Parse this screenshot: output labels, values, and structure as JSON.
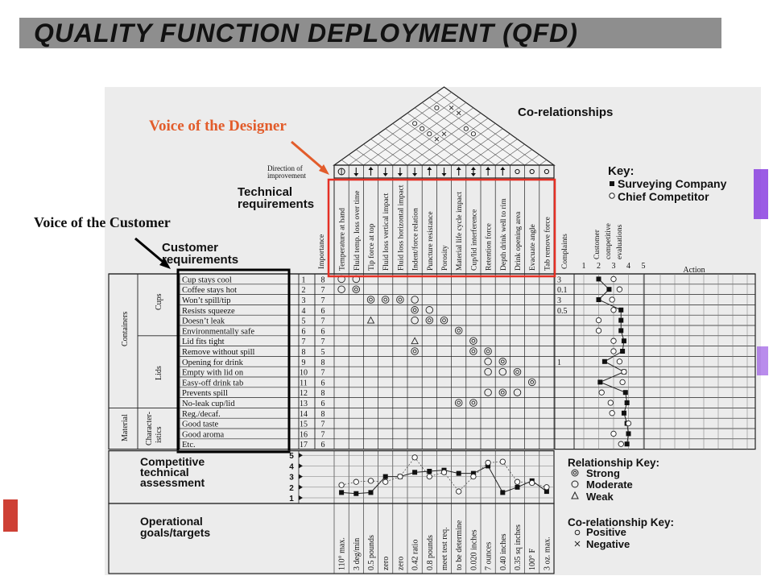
{
  "title": "QUALITY FUNCTION DEPLOYMENT (QFD)",
  "callouts": {
    "designer": "Voice of the Designer",
    "customer": "Voice of the Customer"
  },
  "labels": {
    "corelationships": "Co-relationships",
    "direction_line1": "Direction of",
    "direction_line2": "improvement",
    "technical_line1": "Technical",
    "technical_line2": "requirements",
    "customer_line1": "Customer",
    "customer_line2": "requirements",
    "importance": "Importance",
    "complaints": "Complaints",
    "evaluation_lines": [
      "Customer",
      "competitive",
      "evaluations"
    ],
    "eval_scale": [
      "1",
      "2",
      "3",
      "4",
      "5"
    ],
    "action": "Action",
    "competitive_lines": [
      "Competitive",
      "technical",
      "assessment"
    ],
    "operational_lines": [
      "Operational",
      "goals/targets"
    ],
    "group_containers": "Containers",
    "group_cups": "Cups",
    "group_lids": "Lids",
    "group_material": "Material",
    "group_characteristics": [
      "Character-",
      "istics"
    ],
    "assessment_scale": [
      "5",
      "4",
      "3",
      "2",
      "1"
    ]
  },
  "key": {
    "heading": "Key:",
    "surveying": "Surveying Company",
    "competitor": "Chief Competitor"
  },
  "relationship_key": {
    "heading": "Relationship Key:",
    "strong": "Strong",
    "moderate": "Moderate",
    "weak": "Weak"
  },
  "corelationship_key": {
    "heading": "Co-relationship Key:",
    "positive": "Positive",
    "negative": "Negative"
  },
  "technical_requirements": [
    "Temperature at hand",
    "Fluid temp. loss over time",
    "Tip force at top",
    "Fluid loss vertical impact",
    "Fluid loss horizontal impact",
    "Indent/force relation",
    "Puncture resistance",
    "Porosity",
    "Material life cycle impact",
    "Cup/lid interference",
    "Retention force",
    "Depth drink well to rim",
    "Drink opening area",
    "Evacuate angle",
    "Tab remove force"
  ],
  "directions": [
    "target",
    "down",
    "up",
    "down",
    "down",
    "down",
    "up",
    "down",
    "up",
    "updown",
    "up",
    "up",
    "circle",
    "circle",
    "circle"
  ],
  "customer_requirements": [
    {
      "no": "1",
      "text": "Cup stays cool",
      "importance": "8"
    },
    {
      "no": "2",
      "text": "Coffee stays hot",
      "importance": "7"
    },
    {
      "no": "3",
      "text": "Won’t spill/tip",
      "importance": "7"
    },
    {
      "no": "4",
      "text": "Resists squeeze",
      "importance": "6"
    },
    {
      "no": "5",
      "text": "Doesn’t leak",
      "importance": "7"
    },
    {
      "no": "6",
      "text": "Environmentally safe",
      "importance": "6"
    },
    {
      "no": "7",
      "text": "Lid fits tight",
      "importance": "7"
    },
    {
      "no": "8",
      "text": "Remove without spill",
      "importance": "5"
    },
    {
      "no": "9",
      "text": "Opening for drink",
      "importance": "8"
    },
    {
      "no": "10",
      "text": "Empty with lid on",
      "importance": "7"
    },
    {
      "no": "11",
      "text": "Easy-off drink tab",
      "importance": "6"
    },
    {
      "no": "12",
      "text": "Prevents spill",
      "importance": "8"
    },
    {
      "no": "13",
      "text": "No-leak cup/lid",
      "importance": "6"
    },
    {
      "no": "14",
      "text": "Reg./decaf.",
      "importance": "8"
    },
    {
      "no": "15",
      "text": "Good taste",
      "importance": "7"
    },
    {
      "no": "16",
      "text": "Good aroma",
      "importance": "7"
    },
    {
      "no": "17",
      "text": "Etc.",
      "importance": "6"
    }
  ],
  "complaints": [
    "3",
    "0.1",
    "3",
    "0.5",
    "",
    "",
    "",
    "",
    "1",
    "",
    "",
    "",
    "",
    "",
    "",
    "",
    ""
  ],
  "relationships": [
    [
      0,
      0,
      "moderate"
    ],
    [
      0,
      1,
      "moderate"
    ],
    [
      1,
      0,
      "moderate"
    ],
    [
      1,
      1,
      "strong"
    ],
    [
      2,
      2,
      "strong"
    ],
    [
      2,
      3,
      "strong"
    ],
    [
      2,
      4,
      "strong"
    ],
    [
      2,
      5,
      "moderate"
    ],
    [
      3,
      5,
      "strong"
    ],
    [
      3,
      6,
      "moderate"
    ],
    [
      4,
      2,
      "weak"
    ],
    [
      4,
      5,
      "moderate"
    ],
    [
      4,
      6,
      "strong"
    ],
    [
      4,
      7,
      "strong"
    ],
    [
      5,
      8,
      "strong"
    ],
    [
      6,
      5,
      "weak"
    ],
    [
      6,
      9,
      "strong"
    ],
    [
      7,
      5,
      "strong"
    ],
    [
      7,
      9,
      "strong"
    ],
    [
      7,
      10,
      "strong"
    ],
    [
      8,
      10,
      "moderate"
    ],
    [
      8,
      11,
      "strong"
    ],
    [
      9,
      10,
      "moderate"
    ],
    [
      9,
      11,
      "moderate"
    ],
    [
      9,
      12,
      "strong"
    ],
    [
      10,
      13,
      "strong"
    ],
    [
      11,
      10,
      "moderate"
    ],
    [
      11,
      11,
      "strong"
    ],
    [
      11,
      12,
      "moderate"
    ],
    [
      12,
      8,
      "strong"
    ],
    [
      12,
      9,
      "strong"
    ]
  ],
  "roof_marks": [
    {
      "pair": [
        1,
        9
      ],
      "type": "positive"
    },
    {
      "pair": [
        2,
        9
      ],
      "type": "positive"
    },
    {
      "pair": [
        3,
        9
      ],
      "type": "positive"
    },
    {
      "pair": [
        5,
        12
      ],
      "type": "positive"
    },
    {
      "pair": [
        6,
        12
      ],
      "type": "positive"
    },
    {
      "pair": [
        4,
        9
      ],
      "type": "negative"
    },
    {
      "pair": [
        4,
        10
      ],
      "type": "negative"
    },
    {
      "pair": [
        2,
        13
      ],
      "type": "negative"
    },
    {
      "pair": [
        3,
        13
      ],
      "type": "negative"
    },
    {
      "pair": [
        1,
        12
      ],
      "type": "positive"
    }
  ],
  "customer_evaluation": {
    "surveying_company": [
      2.0,
      2.7,
      2.0,
      3.5,
      3.5,
      3.5,
      3.7,
      3.6,
      2.4,
      3.7,
      2.1,
      3.8,
      3.9,
      3.7,
      3.9,
      4.0,
      3.9
    ],
    "chief_competitor": [
      3.0,
      3.4,
      2.9,
      3.0,
      2.0,
      2.0,
      3.0,
      3.0,
      3.4,
      3.7,
      3.6,
      2.2,
      2.8,
      2.9,
      4.0,
      3.0,
      3.5
    ]
  },
  "competitive_assessment": {
    "surveying_company": [
      1.5,
      1.4,
      1.5,
      3.0,
      3.0,
      3.4,
      3.5,
      3.6,
      3.3,
      3.3,
      4.0,
      1.5,
      2.0,
      2.6,
      1.6
    ],
    "chief_competitor": [
      2.2,
      2.5,
      2.6,
      2.5,
      3.0,
      4.8,
      3.0,
      3.4,
      1.6,
      3.0,
      4.3,
      4.4,
      2.5,
      2.4,
      2.0
    ]
  },
  "targets": [
    "110° max.",
    "3 deg/min",
    "0.5 pounds",
    "zero",
    "zero",
    "0.42 ratio",
    "0.8 pounds",
    "meet test req.",
    "to be determine",
    "0.020 inches",
    "7 ounces",
    "0.40 inches",
    "0.35 sq inches",
    "100° F",
    "3 oz. max."
  ]
}
